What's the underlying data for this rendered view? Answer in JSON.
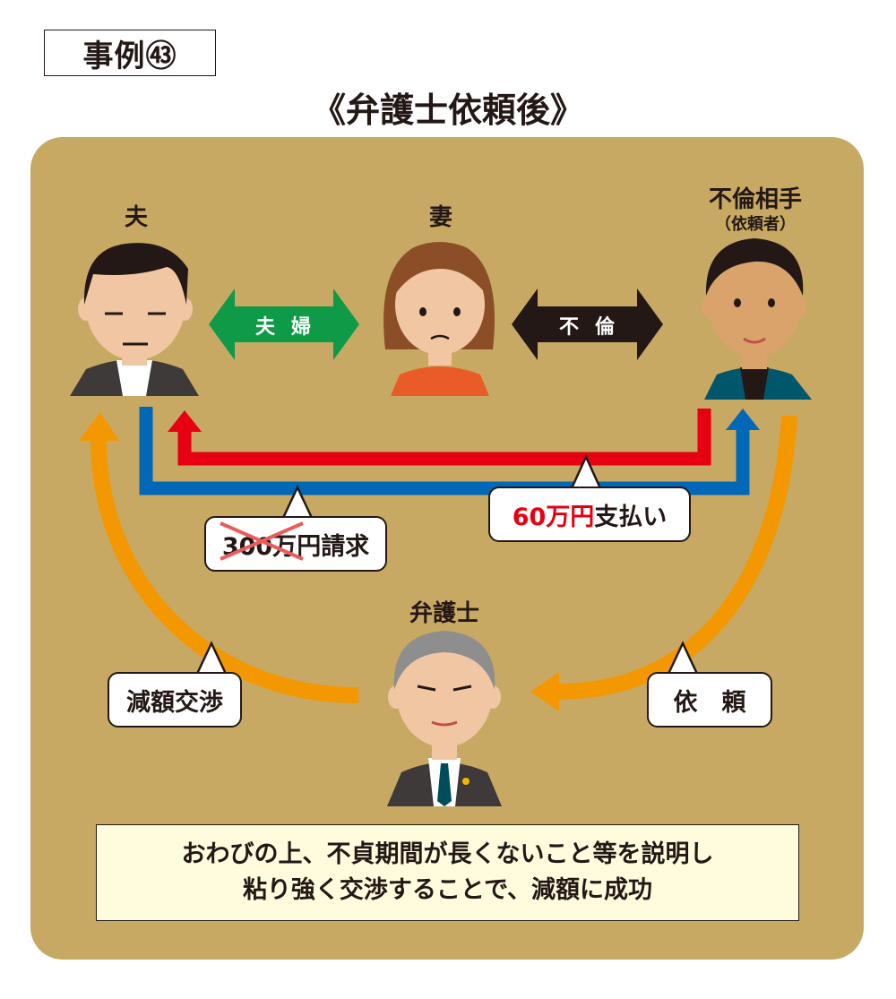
{
  "case_label": "事例㊸",
  "page_title": "《弁護士依頼後》",
  "people": {
    "husband": {
      "name": "夫"
    },
    "wife": {
      "name": "妻"
    },
    "partner": {
      "name": "不倫相手",
      "sub": "（依頼者）"
    },
    "lawyer": {
      "name": "弁護士"
    }
  },
  "relations": {
    "marriage": "夫婦",
    "affair": "不倫"
  },
  "bubbles": {
    "claim_amount": "300万",
    "claim_unit": "円",
    "claim_suffix": "請求",
    "payment_amount": "60万円",
    "payment_suffix": "支払い",
    "negotiation": "減額交渉",
    "request": "依　頼"
  },
  "summary": {
    "line1": "おわびの上、不貞期間が長くないこと等を説明し",
    "line2": "粘り強く交渉することで、減額に成功"
  },
  "colors": {
    "panel": "#c8a964",
    "red_arrow": "#e60012",
    "blue_arrow": "#0068b7",
    "orange_arrow": "#f39800",
    "green_arrow": "#0f9a48",
    "black_arrow": "#231815"
  }
}
